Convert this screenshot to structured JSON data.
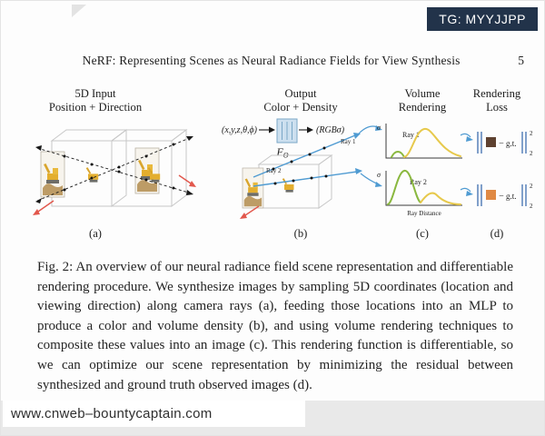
{
  "overlays": {
    "badge_text": "TG: MYYJJPP",
    "watermark_text": "www.cnweb–bountycaptain.com"
  },
  "header": {
    "title": "NeRF: Representing Scenes as Neural Radiance Fields for View Synthesis",
    "page_number": "5"
  },
  "figure": {
    "panel_a": {
      "title_line1": "5D Input",
      "title_line2": "Position + Direction",
      "letter": "(a)"
    },
    "panel_b": {
      "title_line1": "Output",
      "title_line2": "Color + Density",
      "input_tuple": "(x,y,z,θ,ϕ)",
      "mlp_f": "F",
      "mlp_theta": "Θ",
      "output_tuple": "(RGBσ)",
      "ray1": "Ray 1",
      "ray2": "Ray 2",
      "letter": "(b)"
    },
    "panel_c": {
      "title_line1": "Volume",
      "title_line2": "Rendering",
      "ray1": "Ray 1",
      "ray2": "Ray 2",
      "sigma": "σ",
      "x_axis": "Ray Distance",
      "letter": "(c)"
    },
    "panel_d": {
      "title_line1": "Rendering",
      "title_line2": "Loss",
      "minus": "−",
      "gt": "g.t.",
      "exp": "2",
      "sub": "2",
      "letter": "(d)"
    },
    "colors": {
      "mlp_fill": "#cde0ef",
      "mlp_stroke": "#7aa7c7",
      "ray_blue": "#4f9bd2",
      "arrow_red": "#e2574c",
      "curve_yellow": "#e7c94c",
      "curve_green": "#8ab83f",
      "loss1_square": "#5e4130",
      "loss2_square": "#e08a45",
      "norm_bars": "#3f6fae",
      "badge_bg": "#22334a"
    }
  },
  "caption": {
    "label": "Fig. 2:",
    "body": "An overview of our neural radiance field scene representation and differentiable rendering procedure. We synthesize images by sampling 5D coordinates (location and viewing direction) along camera rays (a), feeding those locations into an MLP to produce a color and volume density (b), and using volume rendering techniques to composite these values into an image (c). This rendering function is differentiable, so we can optimize our scene representation by minimizing the residual between synthesized and ground truth observed images (d)."
  }
}
